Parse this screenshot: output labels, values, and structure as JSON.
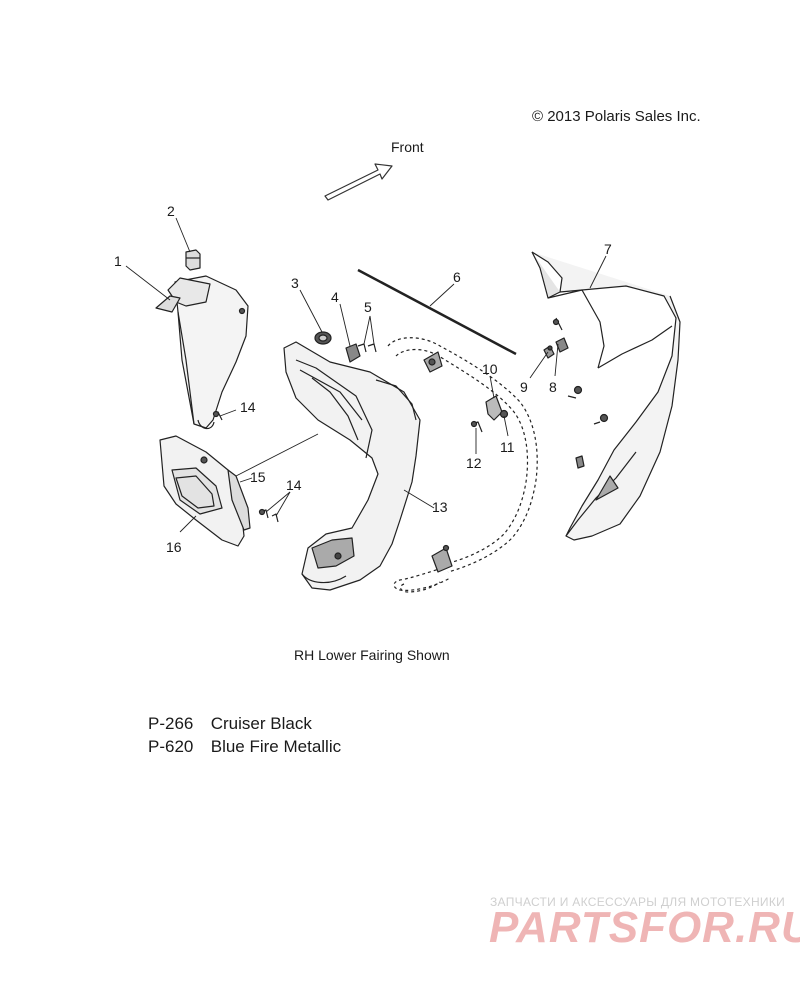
{
  "copyright": "© 2013 Polaris Sales Inc.",
  "front_label": "Front",
  "caption": "RH Lower Fairing Shown",
  "callouts": [
    "1",
    "2",
    "3",
    "4",
    "5",
    "6",
    "7",
    "8",
    "9",
    "10",
    "11",
    "12",
    "13",
    "14",
    "14",
    "15",
    "16"
  ],
  "color_options": [
    {
      "code": "P-266",
      "name": "Cruiser Black"
    },
    {
      "code": "P-620",
      "name": "Blue Fire Metallic"
    }
  ],
  "watermark": {
    "tagline": "ЗАПЧАСТИ И АКСЕССУАРЫ ДЛЯ МОТОТЕХНИКИ",
    "brand": "PARTSFOR.RU"
  }
}
